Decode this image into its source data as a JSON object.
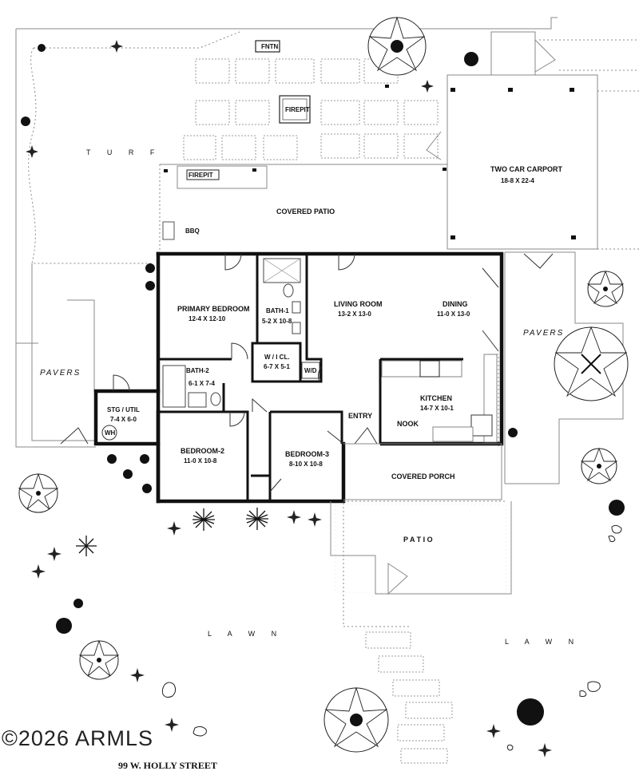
{
  "areas": {
    "turf": "T U R F",
    "covered_patio": "COVERED PATIO",
    "bbq": "BBQ",
    "firepit_table": "FIREPIT",
    "firepit_center": "FIREPIT",
    "fountain": "FNTN",
    "carport_name": "TWO CAR CARPORT",
    "carport_dims": "18-8  X  22-4",
    "pavers_left": "PAVERS",
    "pavers_right": "PAVERS",
    "covered_porch": "COVERED PORCH",
    "patio": "P A T I O",
    "lawn_left": "L  A  W  N",
    "lawn_right": "L  A  W  N",
    "entry": "ENTRY",
    "nook": "NOOK"
  },
  "rooms": {
    "primary_bedroom": {
      "name": "PRIMARY BEDROOM",
      "dims": "12-4  X  12-10"
    },
    "bath1": {
      "name": "BATH-1",
      "dims": "5-2 X 10-8"
    },
    "living": {
      "name": "LIVING ROOM",
      "dims": "13-2  X  13-0"
    },
    "dining": {
      "name": "DINING",
      "dims": "11-0 X 13-0"
    },
    "wic": {
      "name": "W / I  CL.",
      "dims": "6-7 X 5-1"
    },
    "wd": "W/D",
    "bath2": {
      "name": "BATH-2",
      "dims": "6-1 X 7-4"
    },
    "stg": {
      "name": "STG / UTIL",
      "dims": "7-4 X 6-0"
    },
    "wh": "WH",
    "kitchen": {
      "name": "KITCHEN",
      "dims": "14-7 X 10-1"
    },
    "bedroom2": {
      "name": "BEDROOM-2",
      "dims": "11-0  X  10-8"
    },
    "bedroom3": {
      "name": "BEDROOM-3",
      "dims": "8-10 X 10-8"
    }
  },
  "watermark": "©2026 ARMLS",
  "address": "99 W. HOLLY STREET",
  "icons": {
    "shrub": "shrub-icon",
    "flower": "flower-plant-icon",
    "tree": "tree-canopy-icon",
    "rock": "boulder-icon"
  }
}
